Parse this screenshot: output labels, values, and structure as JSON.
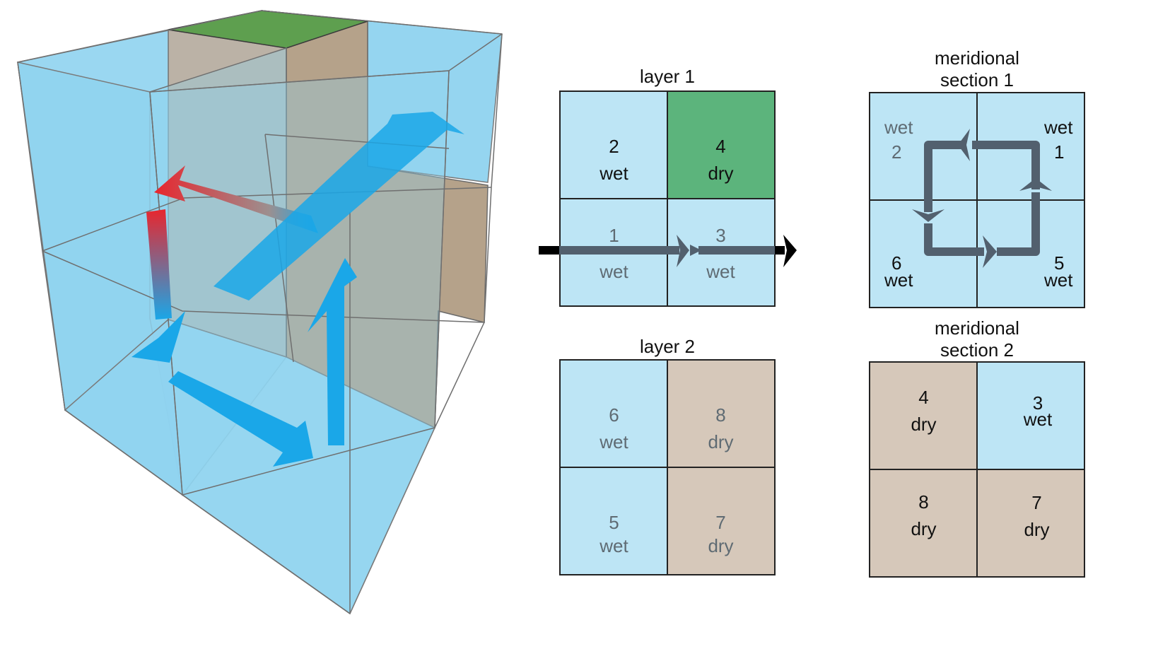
{
  "colors": {
    "water": "#8fd3ef",
    "water_light": "#bde5f5",
    "dry_green": "#5cb47c",
    "dry_tan": "#d6c8ba",
    "cube_brown": "#a89276",
    "flow_blue": "#1aa7e8",
    "flow_red": "#e8262e",
    "flow_grey": "#52606e"
  },
  "cube": {
    "icons": [
      "red-flow-arrow",
      "blue-flow-arrow"
    ]
  },
  "layer1": {
    "title": "layer 1",
    "cells": {
      "top_left": {
        "num": "2",
        "state": "wet"
      },
      "top_right": {
        "num": "4",
        "state": "dry"
      },
      "bottom_left": {
        "num": "1",
        "state": "wet"
      },
      "bottom_right": {
        "num": "3",
        "state": "wet"
      }
    }
  },
  "layer2": {
    "title": "layer 2",
    "cells": {
      "top_left": {
        "num": "6",
        "state": "wet"
      },
      "top_right": {
        "num": "8",
        "state": "dry"
      },
      "bottom_left": {
        "num": "5",
        "state": "wet"
      },
      "bottom_right": {
        "num": "7",
        "state": "dry"
      }
    }
  },
  "section1": {
    "title_line1": "meridional",
    "title_line2": "section 1",
    "cells": {
      "top_left": {
        "num": "2",
        "state": "wet"
      },
      "top_right": {
        "num": "1",
        "state": "wet"
      },
      "bottom_left": {
        "num": "6",
        "state": "wet"
      },
      "bottom_right": {
        "num": "5",
        "state": "wet"
      }
    }
  },
  "section2": {
    "title_line1": "meridional",
    "title_line2": "section 2",
    "cells": {
      "top_left": {
        "num": "4",
        "state": "dry"
      },
      "top_right": {
        "num": "3",
        "state": "wet"
      },
      "bottom_left": {
        "num": "8",
        "state": "dry"
      },
      "bottom_right": {
        "num": "7",
        "state": "dry"
      }
    }
  }
}
